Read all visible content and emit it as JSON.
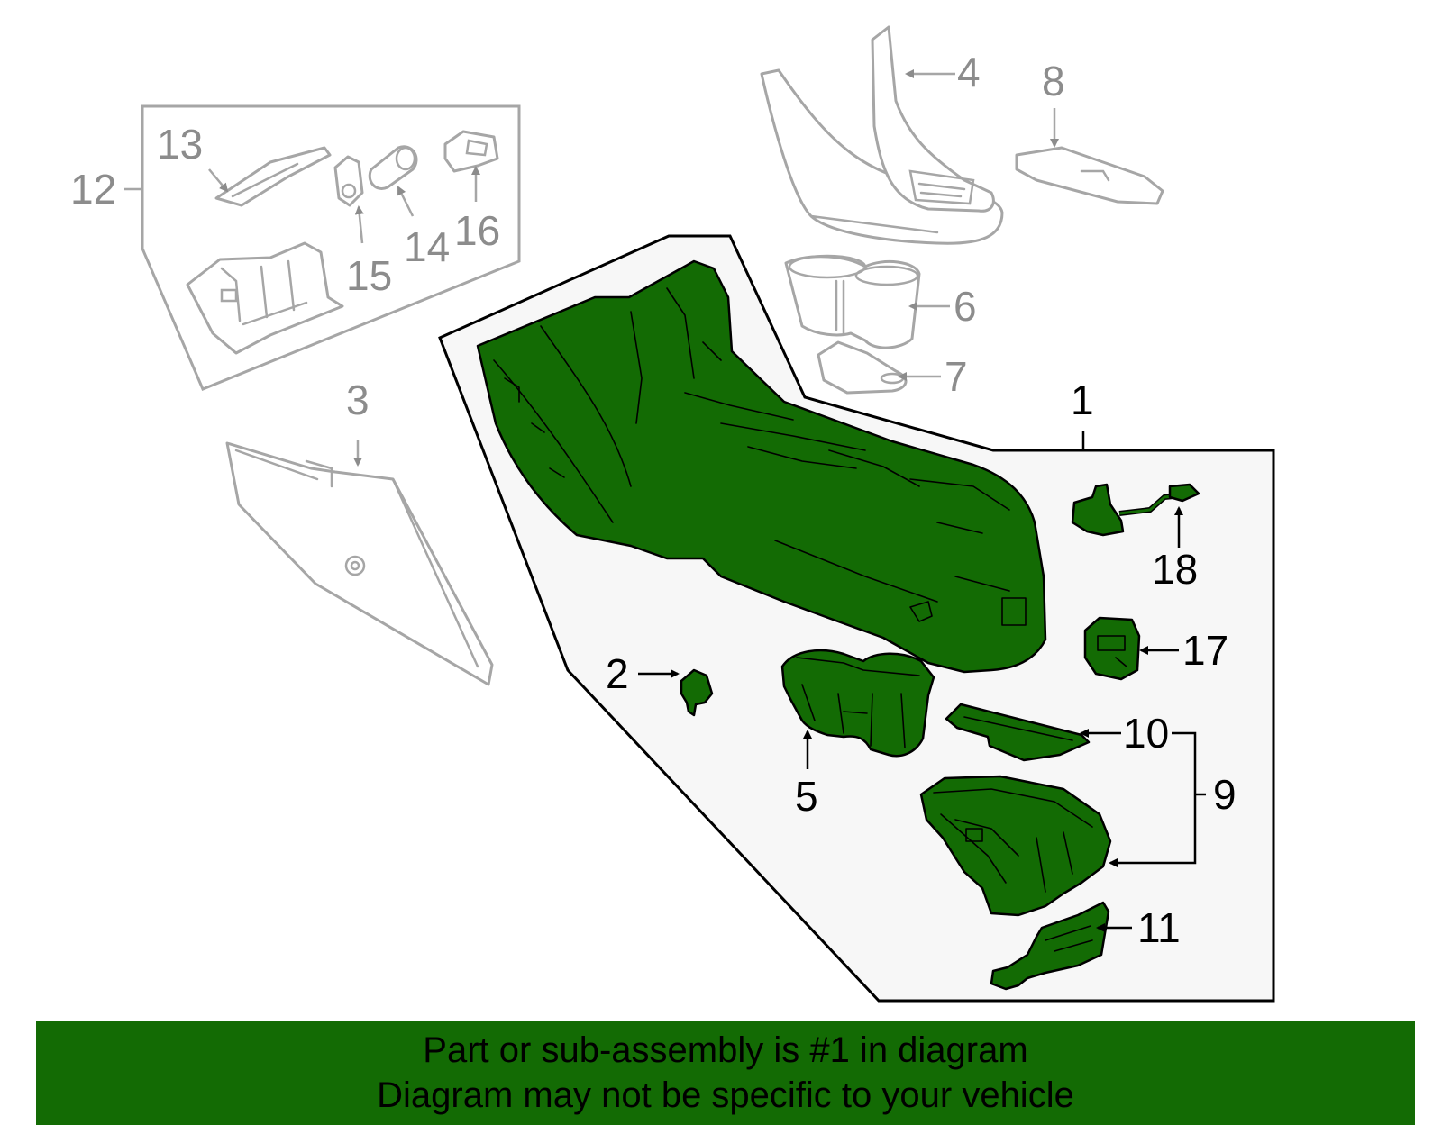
{
  "callouts": {
    "c1": "1",
    "c2": "2",
    "c3": "3",
    "c4": "4",
    "c5": "5",
    "c6": "6",
    "c7": "7",
    "c8": "8",
    "c9": "9",
    "c10": "10",
    "c11": "11",
    "c12": "12",
    "c13": "13",
    "c14": "14",
    "c15": "15",
    "c16": "16",
    "c17": "17",
    "c18": "18"
  },
  "banner": {
    "line1": "Part or sub-assembly is #1 in diagram",
    "line2": "Diagram may not be specific to your vehicle"
  },
  "colors": {
    "highlight_green": "#136b04",
    "ghost_grey": "#a6a6a6",
    "panel_fill": "#f7f7f7"
  }
}
